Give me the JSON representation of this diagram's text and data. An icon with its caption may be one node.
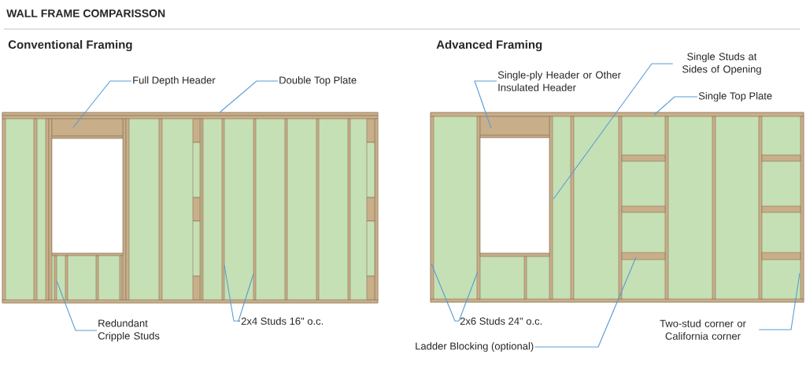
{
  "diagram": {
    "title": "WALL FRAME COMPARISSON",
    "nodes": [
      {
        "text": [
          "Full Depth Header"
        ]
      },
      {
        "text": [
          "Double Top Plate"
        ]
      },
      {
        "text": [
          "Redundant Cripple Studs"
        ]
      },
      {
        "text": [
          "2x4 Studs 16\" o.c."
        ]
      },
      {
        "text": [
          "Single-ply Header or Other Insulated Header"
        ]
      },
      {
        "text": [
          "Single Studs at Sides of Opening"
        ]
      },
      {
        "text": [
          "Single Top Plate"
        ]
      },
      {
        "text": [
          "2x6 Studs 24\" o.c."
        ]
      },
      {
        "text": [
          "Ladder Blocking (optional)"
        ]
      },
      {
        "text": [
          "Two-stud corner or California corner"
        ]
      }
    ],
    "edges": [
      {
        "from": 0,
        "to": null,
        "arrow": "none"
      },
      {
        "from": 1,
        "to": null,
        "arrow": "none"
      },
      {
        "from": 2,
        "to": null,
        "arrow": "none"
      },
      {
        "from": 3,
        "to": null,
        "arrow": "none"
      },
      {
        "from": 3,
        "to": null,
        "arrow": "none"
      },
      {
        "from": 4,
        "to": null,
        "arrow": "none"
      },
      {
        "from": 5,
        "to": null,
        "arrow": "none"
      },
      {
        "from": 6,
        "to": null,
        "arrow": "none"
      },
      {
        "from": 7,
        "to": null,
        "arrow": "none"
      },
      {
        "from": 7,
        "to": null,
        "arrow": "none"
      },
      {
        "from": 8,
        "to": null,
        "arrow": "none"
      },
      {
        "from": 9,
        "to": null,
        "arrow": "none"
      }
    ],
    "labels": [
      "Conventional Framing",
      "Advanced Framing"
    ]
  }
}
